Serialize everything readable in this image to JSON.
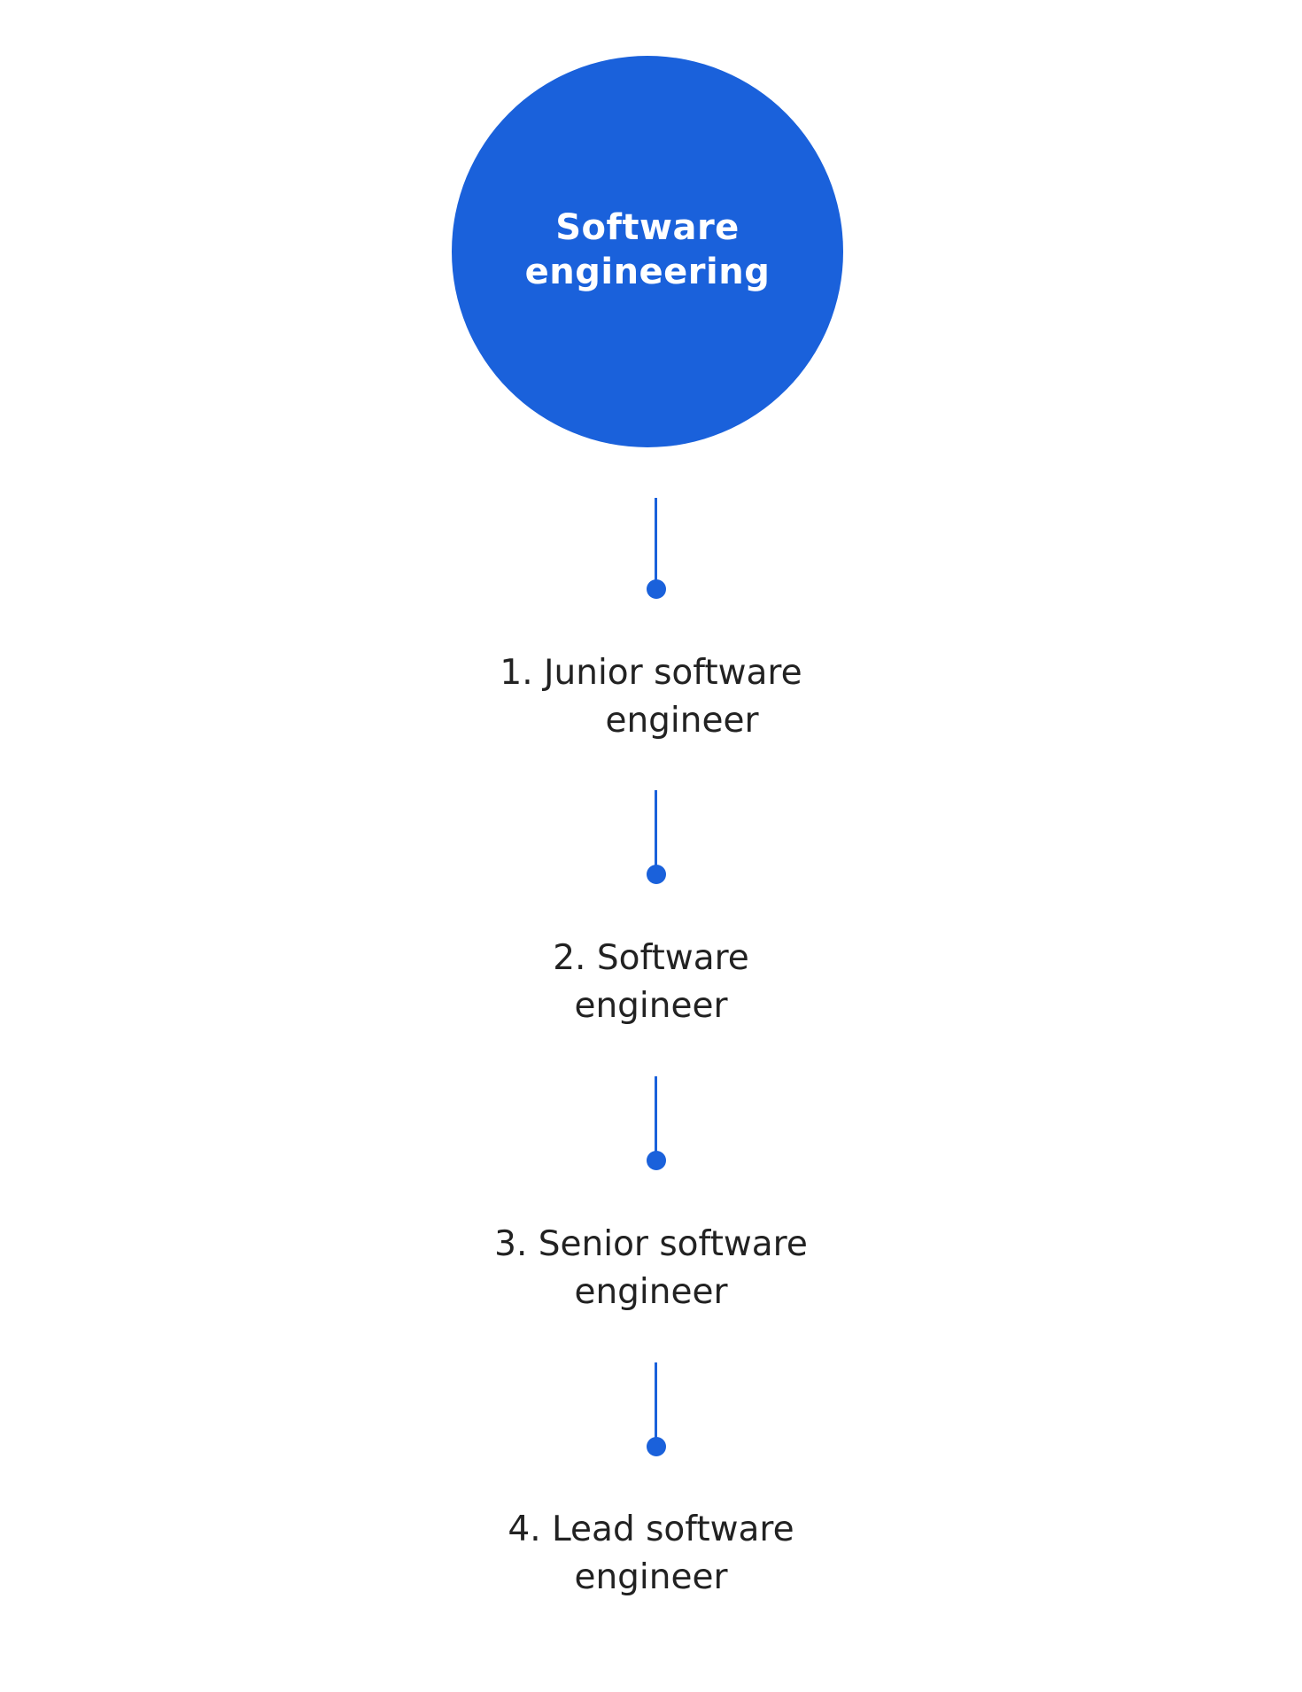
{
  "diagram": {
    "root": {
      "title_line1": "Software",
      "title_line2": "engineering"
    },
    "steps": [
      {
        "line1": "1. Junior software",
        "line2": "engineer"
      },
      {
        "line1": "2. Software",
        "line2": "engineer"
      },
      {
        "line1": "3. Senior software",
        "line2": "engineer"
      },
      {
        "line1": "4. Lead software",
        "line2": "engineer"
      }
    ]
  },
  "colors": {
    "accent": "#1a61db",
    "text": "#222222",
    "background": "#ffffff"
  }
}
